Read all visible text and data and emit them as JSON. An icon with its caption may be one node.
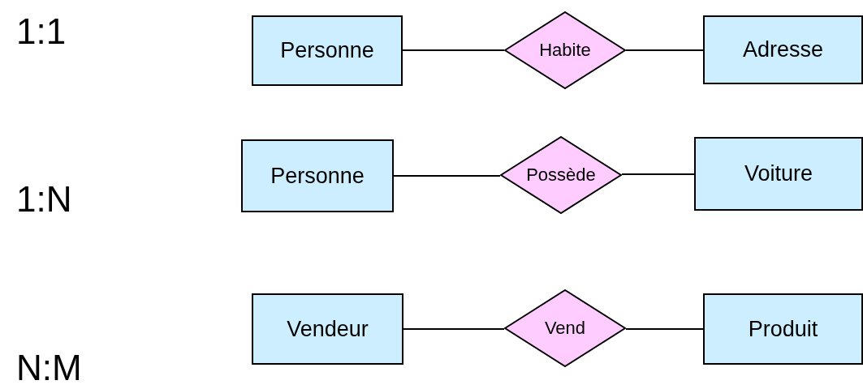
{
  "diagram": {
    "nodes": [
      {
        "text": [
          "Personne"
        ]
      },
      {
        "text": [
          "Habite"
        ]
      },
      {
        "text": [
          "Adresse"
        ]
      },
      {
        "text": [
          "Personne"
        ]
      },
      {
        "text": [
          "Possède"
        ]
      },
      {
        "text": [
          "Voiture"
        ]
      },
      {
        "text": [
          "Vendeur"
        ]
      },
      {
        "text": [
          "Vend"
        ]
      },
      {
        "text": [
          "Produit"
        ]
      }
    ],
    "edges": [
      {
        "from": 0,
        "to": 1,
        "arrow": "none"
      },
      {
        "from": 1,
        "to": 2,
        "arrow": "none"
      },
      {
        "from": 3,
        "to": 4,
        "arrow": "none"
      },
      {
        "from": 4,
        "to": 5,
        "arrow": "none"
      },
      {
        "from": 6,
        "to": 7,
        "arrow": "none"
      },
      {
        "from": 7,
        "to": 8,
        "arrow": "none"
      }
    ],
    "labels": [
      "1:1",
      "1:N",
      "N:M"
    ]
  }
}
